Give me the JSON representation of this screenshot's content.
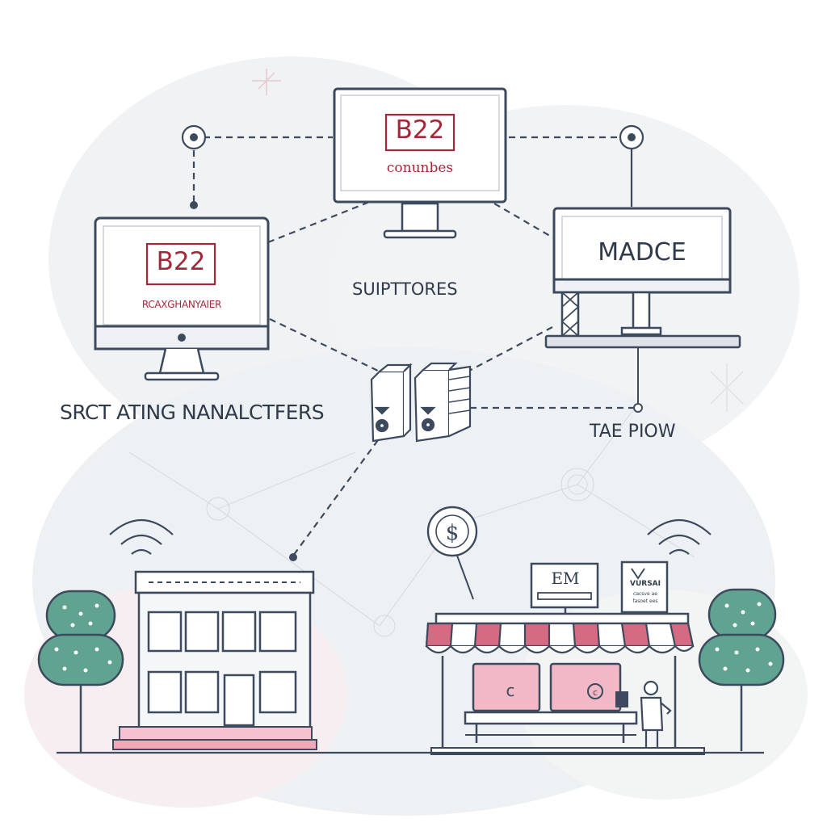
{
  "monitors": {
    "top": {
      "badge": "B22",
      "caption": "conunbes"
    },
    "left": {
      "badge": "B22",
      "caption": "RCAXGHANYAIER"
    },
    "right": {
      "title": "MADCE"
    }
  },
  "labels": {
    "center": "SUIPTTORES",
    "left": "SRCT ATING NANALCTFERS",
    "right": "TAE PIOW"
  },
  "shop": {
    "sign_left": "EM",
    "sign_right_title": "VURSAI",
    "sign_right_lines": [
      "cacsve ae",
      "fasoet ees"
    ]
  },
  "icons": {
    "coin": "dollar-coin-icon",
    "wifi": "wifi-icon",
    "servers": "server-icon"
  },
  "colors": {
    "outline": "#3d4a5e",
    "accent_red": "#a3283a",
    "pink": "#f2b8c6",
    "tree": "#5fa390",
    "background_blob": "#eef1f3"
  }
}
